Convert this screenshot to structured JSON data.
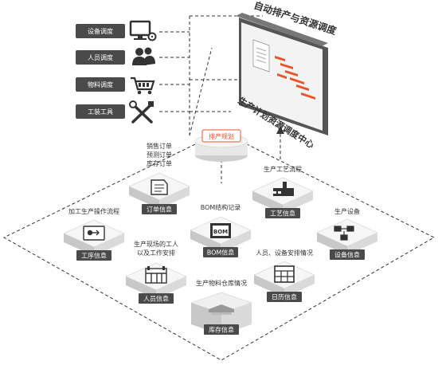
{
  "colors": {
    "dark": "#4a4a4a",
    "accent": "#e8532a",
    "line": "#333333",
    "tile_top": "#f4f4f4",
    "tile_side": "#cfcfcf"
  },
  "sidebar": {
    "items": [
      {
        "label": "设备调度",
        "icon": "monitor-gear-icon"
      },
      {
        "label": "人员调度",
        "icon": "people-icon"
      },
      {
        "label": "物料调度",
        "icon": "cart-icon"
      },
      {
        "label": "工装工具",
        "icon": "tools-icon"
      }
    ]
  },
  "board": {
    "title": "自动排产与资源调度",
    "subtitle": "生产计划资源调度中心"
  },
  "rules": {
    "label": "排产规划"
  },
  "modules": {
    "order": {
      "caption": [
        "销售订单",
        "预测订单",
        "库存订单"
      ],
      "label": "订单信息",
      "icon": "document-icon"
    },
    "process": {
      "caption": [
        "生产工艺流程"
      ],
      "label": "工艺信息",
      "icon": "factory-icon"
    },
    "procedure": {
      "caption": [
        "加工生产操作流程"
      ],
      "label": "工序信息",
      "icon": "workflow-icon"
    },
    "bom": {
      "caption": [
        "BOM结构记录"
      ],
      "label": "BOM信息",
      "icon": "bom-box-icon"
    },
    "equipment": {
      "caption": [
        "生产设备"
      ],
      "label": "设备信息",
      "icon": "network-icon"
    },
    "personnel": {
      "caption": [
        "生产现场的工人",
        "以及工作安排"
      ],
      "label": "人员信息",
      "icon": "schedule-board-icon"
    },
    "calendar": {
      "caption": [
        "人员、设备安排情况"
      ],
      "label": "日历信息",
      "icon": "calendar-icon"
    },
    "inventory": {
      "caption": [
        "生产物料仓库情况"
      ],
      "label": "库存信息",
      "icon": "warehouse-icon"
    }
  }
}
